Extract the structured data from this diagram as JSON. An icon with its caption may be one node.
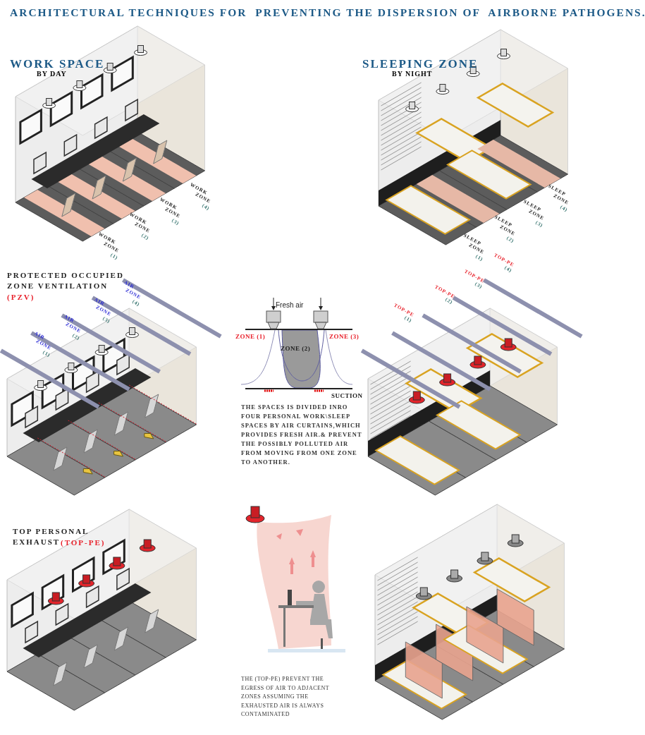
{
  "diagram": {
    "title": "ARCHITECTURAL TECHNIQUES FOR  PREVENTING THE DISPERSION OF  AIRBORNE PATHOGENS.",
    "labels": [
      "WORK SPACE",
      "BY DAY",
      "SLEEPING ZONE",
      "BY NIGHT",
      "WORK",
      "ZONE",
      "(1)",
      "WORK",
      "ZONE",
      "(2)",
      "WORK",
      "ZONE",
      "(3)",
      "WORK",
      "ZONE",
      "(4)",
      "SLEEP",
      "ZONE",
      "(1)",
      "SLEEP",
      "ZONE",
      "(2)",
      "SLEEP",
      "ZONE",
      "(3)",
      "SLEEP",
      "ZONE",
      "(4)",
      "PROTECTED OCCUPIED ZONE VENTILATION",
      "(PZV)",
      "AIR",
      "ZONE",
      "(1)",
      "AIR",
      "ZONE",
      "(2)",
      "AIR",
      "ZONE",
      "(3)",
      "AIR",
      "ZONE",
      "(4)",
      "TOP-PE",
      "(1)",
      "TOP-PE",
      "(2)",
      "TOP-PE",
      "(3)",
      "TOP-PE",
      "(4)",
      "Fresh air",
      "ZONE (1)",
      "ZONE (2)",
      "ZONE (3)",
      "SUCTION",
      "THE SPACES IS DIVIDED INRO FOUR PERSONAL WORK\\SLEEP SPACES BY AIR CURTAINS,WHICH PROVIDES FRESH AIR.& PREVENT THE POSSIBLY  POLLUTED AIR FROM MOVING FROM ONE ZONE TO ANOTHER.",
      "TOP PERSONAL EXHAUST",
      "(TOP-PE)",
      "THE (TOP-PE) PREVENT THE EGRESS OF AIR TO ADJACENT ZONES ASSUMING THE EXHAUSTED AIR IS ALWAYS CONTAMINATED"
    ]
  }
}
